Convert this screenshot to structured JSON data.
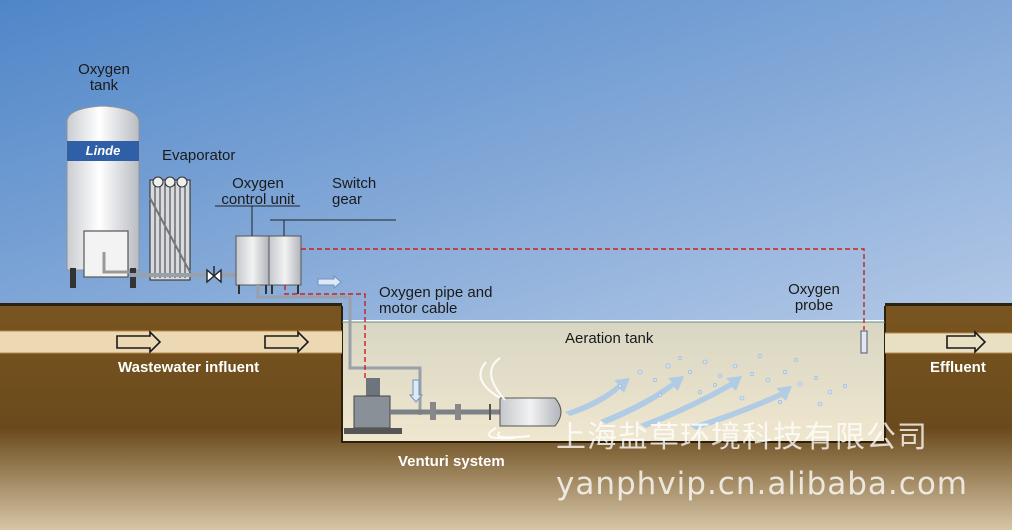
{
  "labels": {
    "oxygen_tank": "Oxygen\ntank",
    "evaporator": "Evaporator",
    "oxygen_control_unit": "Oxygen\ncontrol unit",
    "switch_gear": "Switch\ngear",
    "oxygen_pipe_motor_cable": "Oxygen pipe and\nmotor cable",
    "oxygen_probe": "Oxygen\nprobe",
    "aeration_tank": "Aeration tank",
    "wastewater_influent": "Wastewater influent",
    "effluent": "Effluent",
    "venturi_system": "Venturi system"
  },
  "tank_logo": "Linde",
  "watermark": {
    "company": "上海盐草环境科技有限公司",
    "site": "yanphvip.cn.alibaba.com"
  },
  "colors": {
    "sky_top": "#4f86c8",
    "sky_bottom": "#b3c8e6",
    "ground": "#7a5520",
    "water": "#e8dcbd",
    "signal_line": "#cc1f1f",
    "bubbles": "#9fc4e8"
  }
}
